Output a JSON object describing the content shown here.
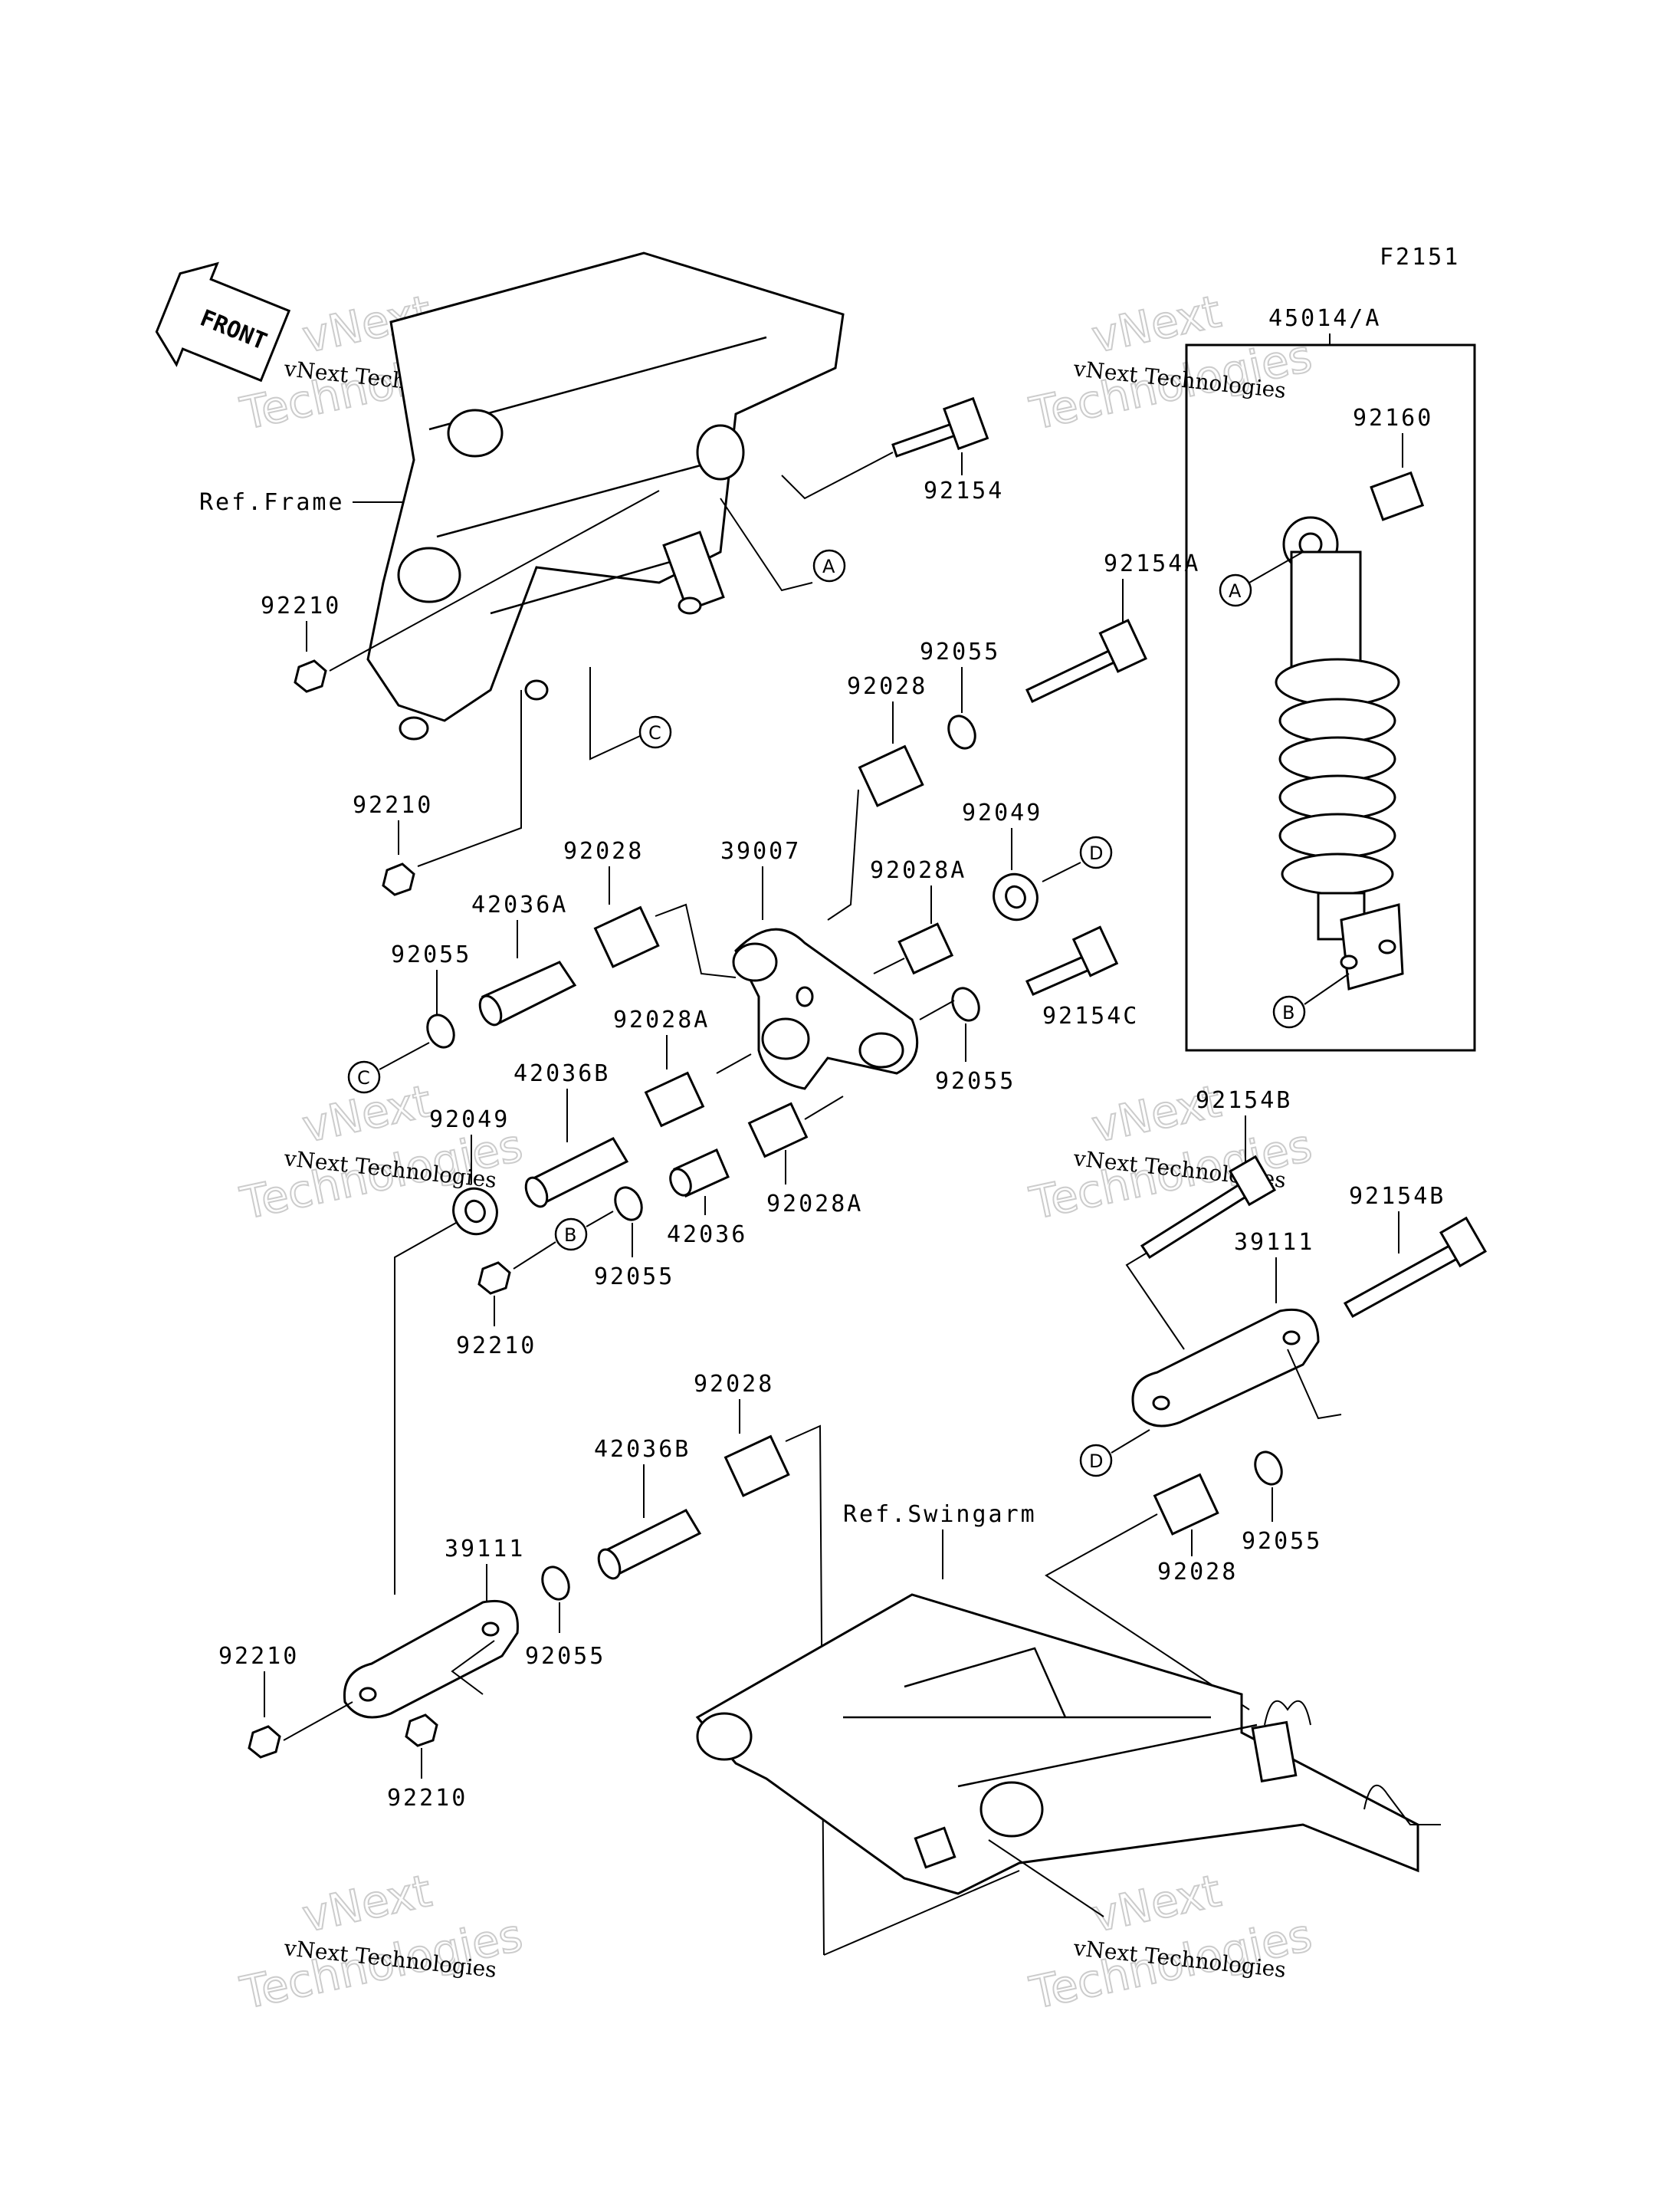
{
  "figure_code": "F2151",
  "front_label": "FRONT",
  "ref_labels": {
    "frame": "Ref.Frame",
    "swingarm": "Ref.Swingarm"
  },
  "watermark": {
    "line1": "vNext",
    "line2": "Technologies",
    "small": "vNext Technologies"
  },
  "callouts": [
    "A",
    "B",
    "C",
    "D"
  ],
  "parts": {
    "p45014A": "45014/A",
    "p92160": "92160",
    "p92154": "92154",
    "p92154A": "92154A",
    "p92154B": "92154B",
    "p92154C": "92154C",
    "p92210": "92210",
    "p92055": "92055",
    "p92028": "92028",
    "p92028A": "92028A",
    "p92049": "92049",
    "p39007": "39007",
    "p39111": "39111",
    "p42036": "42036",
    "p42036A": "42036A",
    "p42036B": "42036B"
  }
}
